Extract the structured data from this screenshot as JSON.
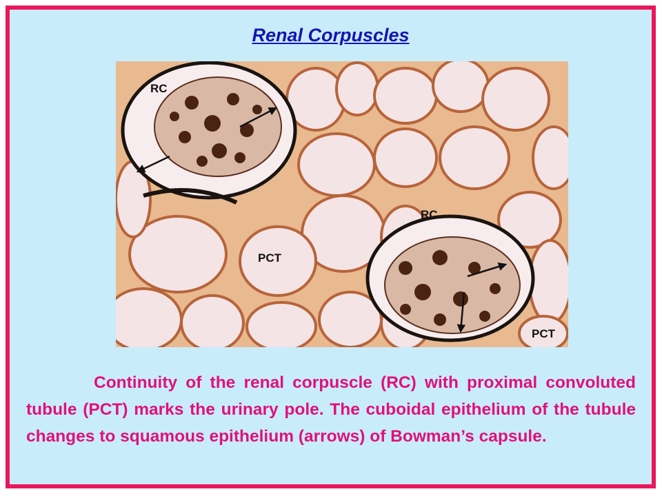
{
  "slide": {
    "title": "Renal Corpuscles",
    "image": {
      "labels": {
        "rc_top": "RC",
        "rc_bottom": "RC",
        "pct_left": "PCT",
        "pct_right": "PCT"
      }
    },
    "caption": "Continuity of the renal corpuscle (RC) with proximal convoluted tubule (PCT) marks the urinary pole. The cuboidal epithelium of the tubule changes to squamous epithelium (arrows) of Bowman’s capsule."
  }
}
